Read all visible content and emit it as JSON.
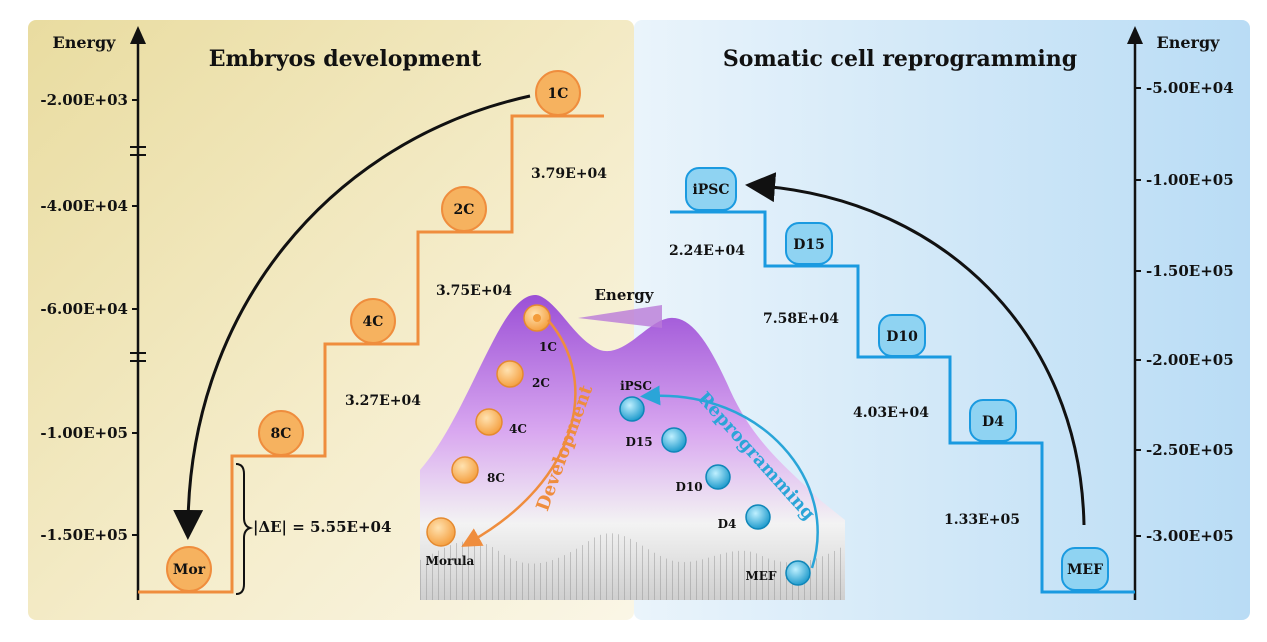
{
  "left_panel": {
    "title": "Embryos development",
    "axis_label": "Energy",
    "ticks": [
      "-2.00E+03",
      "-4.00E+04",
      "-6.00E+04",
      "-1.00E+05",
      "-1.50E+05"
    ],
    "stages": [
      "Mor",
      "8C",
      "4C",
      "2C",
      "1C"
    ],
    "step_energies": [
      "3.27E+04",
      "3.75E+04",
      "3.79E+04"
    ],
    "delta_label": "|ΔE| = 5.55E+04",
    "colors": {
      "stage": "#f6b25f",
      "line": "#ef8d3d"
    }
  },
  "right_panel": {
    "title": "Somatic cell reprogramming",
    "axis_label": "Energy",
    "ticks": [
      "-5.00E+04",
      "-1.00E+05",
      "-1.50E+05",
      "-2.00E+05",
      "-2.50E+05",
      "-3.00E+05"
    ],
    "stages": [
      "MEF",
      "D4",
      "D10",
      "D15",
      "iPSC"
    ],
    "step_energies": [
      "1.33E+05",
      "4.03E+04",
      "7.58E+04",
      "2.24E+04"
    ],
    "colors": {
      "stage": "#8fd3f2",
      "line": "#1a9ae0"
    }
  },
  "center": {
    "axis_label": "Energy",
    "dev_label": "Development",
    "rep_label": "Reprogramming",
    "dev_stages": [
      "1C",
      "2C",
      "4C",
      "8C",
      "Morula"
    ],
    "rep_stages": [
      "iPSC",
      "D15",
      "D10",
      "D4",
      "MEF"
    ]
  }
}
